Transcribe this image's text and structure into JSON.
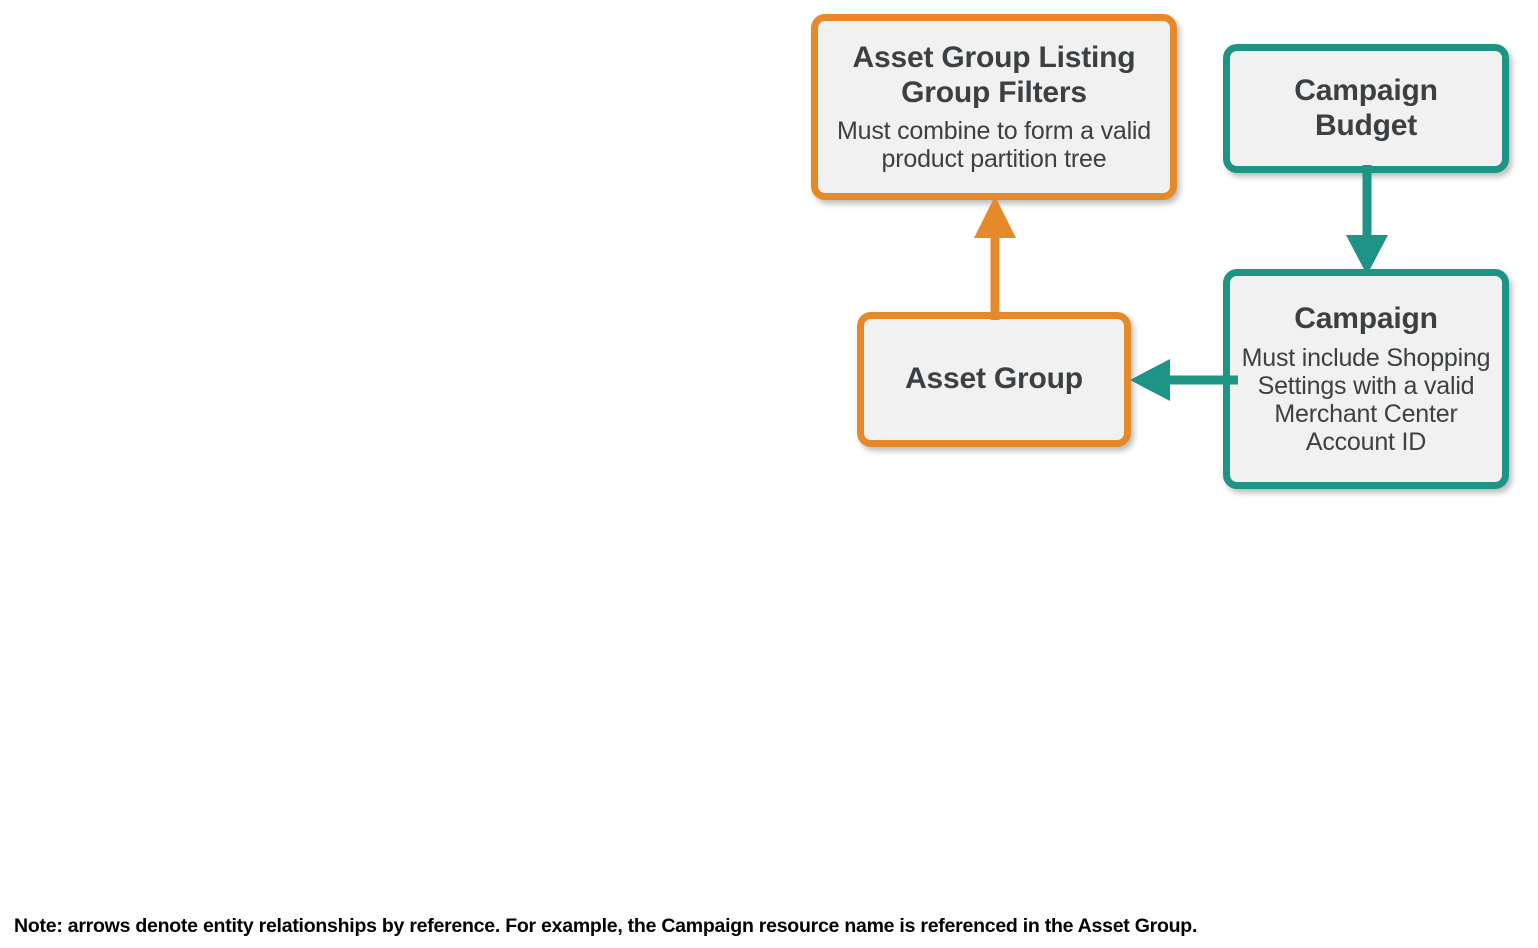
{
  "diagram": {
    "colors": {
      "orange": "#e5892a",
      "teal": "#1e9484",
      "node_fill": "#f1f1f1",
      "text": "#3c4043",
      "note_text": "#000000",
      "background": "#ffffff"
    },
    "nodes": [
      {
        "id": "asset-group-listing-group-filters",
        "title": "Asset Group Listing Group Filters",
        "subtitle": "Must combine to form a valid product partition tree",
        "color": "orange"
      },
      {
        "id": "campaign-budget",
        "title": "Campaign Budget",
        "subtitle": "",
        "color": "teal"
      },
      {
        "id": "asset-group",
        "title": "Asset Group",
        "subtitle": "",
        "color": "orange"
      },
      {
        "id": "campaign",
        "title": "Campaign",
        "subtitle": "Must include Shopping Settings with a valid Merchant Center Account ID",
        "color": "teal"
      }
    ],
    "edges": [
      {
        "id": "asset-group-to-filters",
        "from": "asset-group",
        "to": "asset-group-listing-group-filters",
        "direction": "up",
        "color": "orange"
      },
      {
        "id": "budget-to-campaign",
        "from": "campaign-budget",
        "to": "campaign",
        "direction": "down",
        "color": "teal"
      },
      {
        "id": "campaign-to-asset-group",
        "from": "campaign",
        "to": "asset-group",
        "direction": "left",
        "color": "teal"
      }
    ],
    "note": "Note: arrows denote entity relationships by reference. For example, the Campaign resource name is referenced in the Asset Group."
  }
}
